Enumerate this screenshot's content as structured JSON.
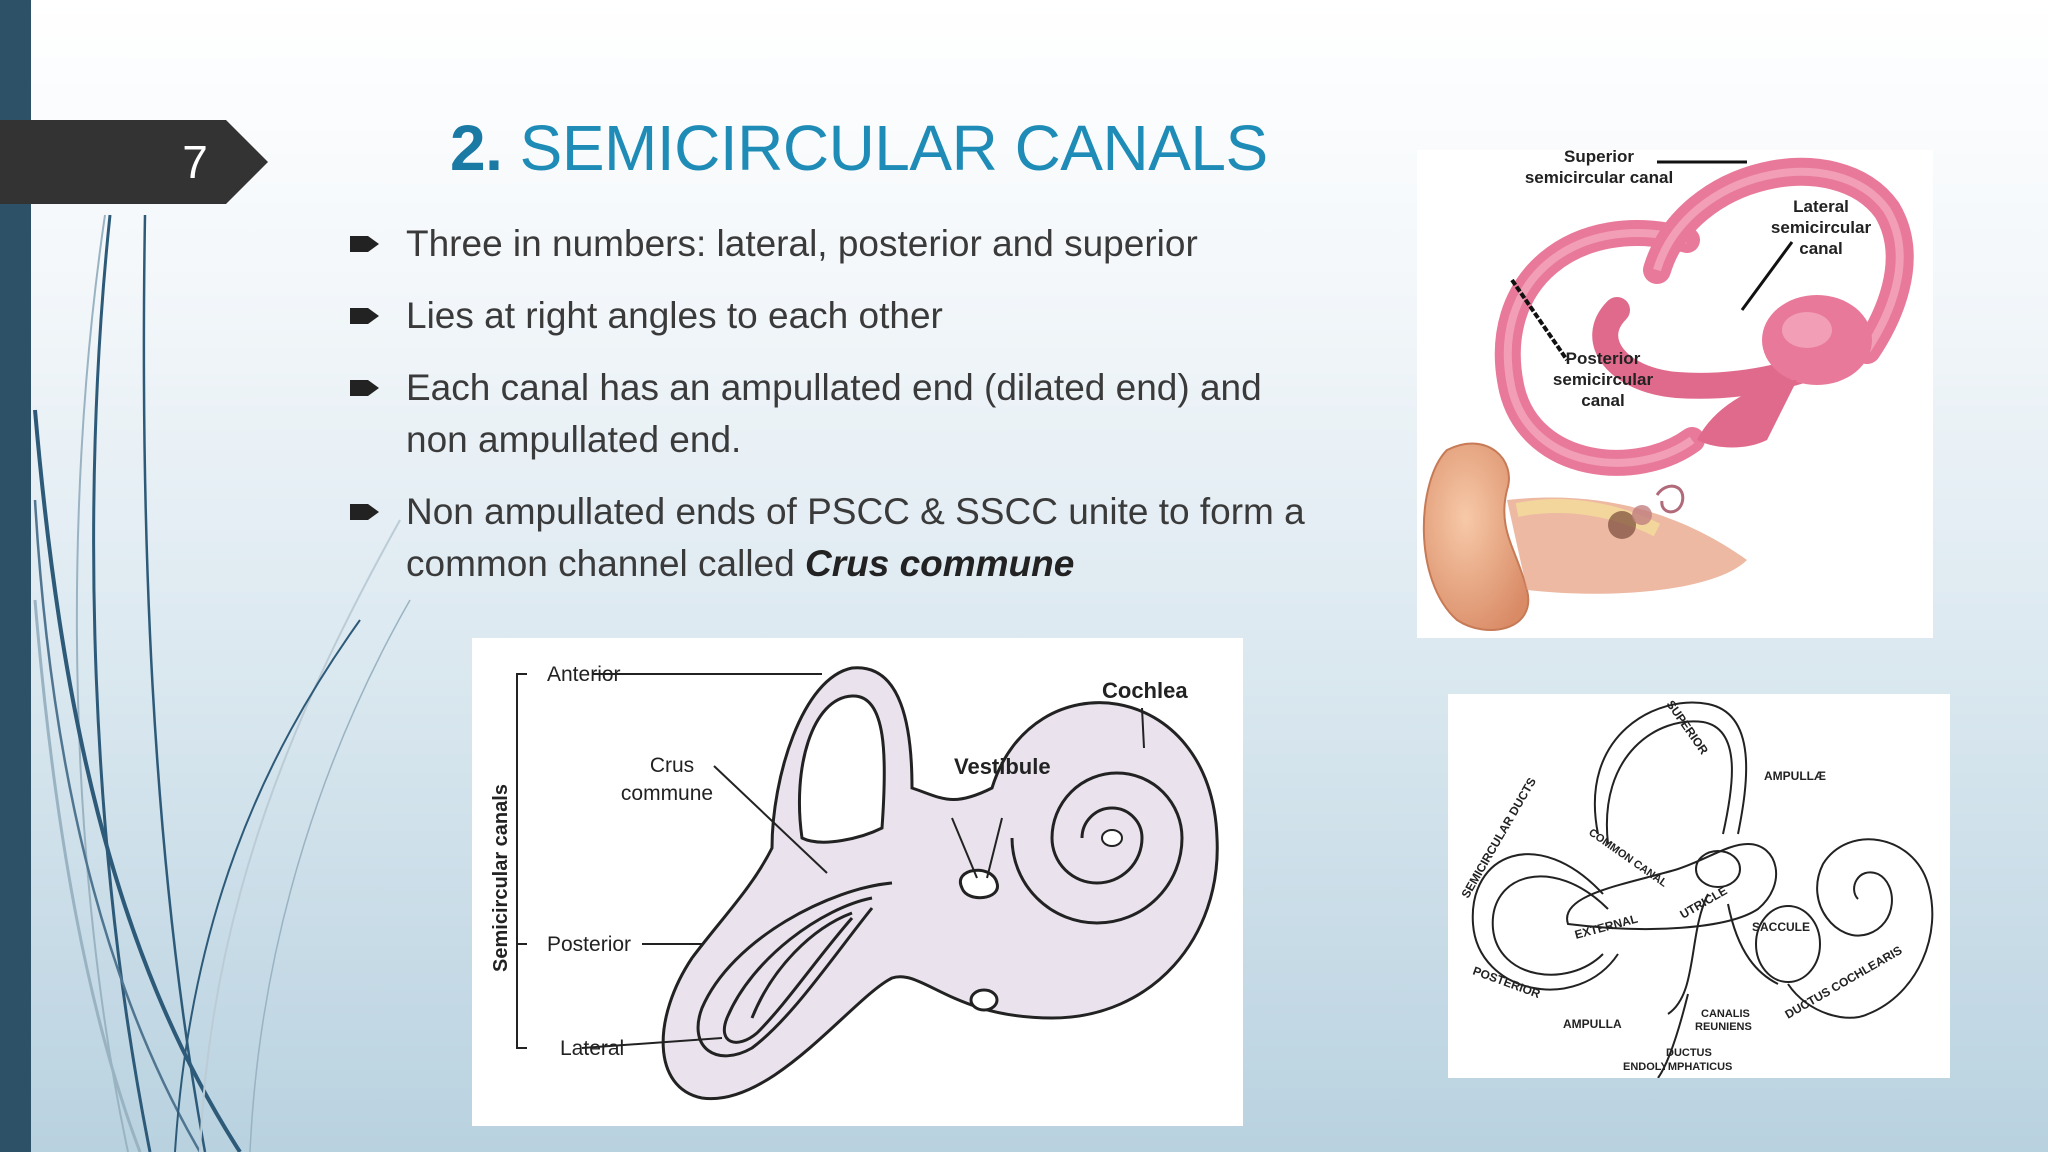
{
  "slide": {
    "number": "7",
    "title_number": "2.",
    "title_text": "SEMICIRCULAR CANALS"
  },
  "bullets": [
    {
      "text": "Three in numbers: lateral, posterior and superior"
    },
    {
      "text": "Lies at right angles to each other"
    },
    {
      "text": "Each canal has an ampullated end (dilated end) and non ampullated end."
    },
    {
      "text_before": "Non ampullated ends of PSCC & SSCC unite to form a common channel called ",
      "emphasis": "Crus commune"
    }
  ],
  "figure_inner_ear": {
    "superior_l1": "Superior",
    "superior_l2": "semicircular canal",
    "lateral_l1": "Lateral",
    "lateral_l2": "semicircular",
    "lateral_l3": "canal",
    "posterior_l1": "Posterior",
    "posterior_l2": "semicircular",
    "posterior_l3": "canal"
  },
  "figure_membranous": {
    "anterior": "Anterior",
    "crus": "Crus",
    "commune": "commune",
    "vestibule": "Vestibule",
    "cochlea": "Cochlea",
    "semicircular_canals": "Semicircular canals",
    "posterior": "Posterior",
    "lateral": "Lateral"
  },
  "figure_ducts": {
    "semicircular_ducts": "SEMICIRCULAR DUCTS",
    "superior": "SUPERIOR",
    "ampullae": "AMPULLÆ",
    "common_canal": "COMMON CANAL",
    "utricle": "UTRICLE",
    "external": "EXTERNAL",
    "saccule": "SACCULE",
    "posterior": "POSTERIOR",
    "ampulla": "AMPULLA",
    "canalis": "CANALIS",
    "reuniens": "REUNIENS",
    "ductus_cochlearis": "DUCTUS COCHLEARIS",
    "ductus": "DUCTUS",
    "endolymphaticus": "ENDOLYMPHATICUS"
  },
  "colors": {
    "left_bar": "#2d5166",
    "title": "#1e8cb6",
    "number_tab": "#333333",
    "body_text": "#3a3a3a",
    "canal_pink": "#e9799a"
  }
}
